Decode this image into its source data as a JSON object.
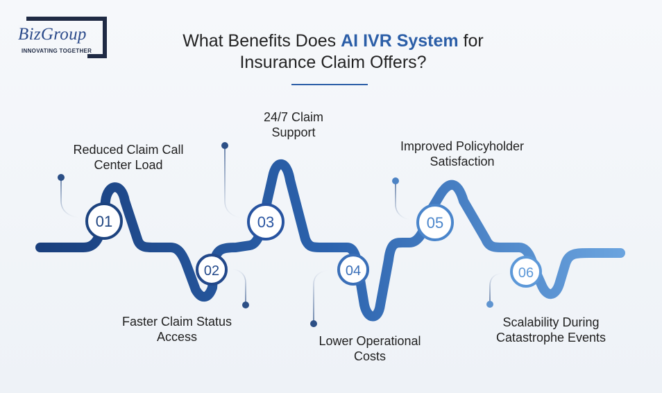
{
  "logo": {
    "brand": "BizGroup",
    "tagline": "INNOVATING TOGETHER"
  },
  "title": {
    "line1_before": "What Benefits Does ",
    "line1_highlight": "AI IVR System",
    "line1_after": " for",
    "line2": "Insurance Claim Offers?"
  },
  "colors": {
    "dark_blue": "#1f4d8f",
    "light_blue": "#5f9ad8",
    "accent": "#2b5ea7"
  },
  "steps": [
    {
      "number": "01",
      "line1": "Reduced Claim Call",
      "line2": "Center Load"
    },
    {
      "number": "02",
      "line1": "Faster Claim Status",
      "line2": "Access"
    },
    {
      "number": "03",
      "line1": "24/7 Claim",
      "line2": "Support"
    },
    {
      "number": "04",
      "line1": "Lower Operational",
      "line2": "Costs"
    },
    {
      "number": "05",
      "line1": "Improved Policyholder",
      "line2": "Satisfaction"
    },
    {
      "number": "06",
      "line1": "Scalability During",
      "line2": "Catastrophe Events"
    }
  ]
}
